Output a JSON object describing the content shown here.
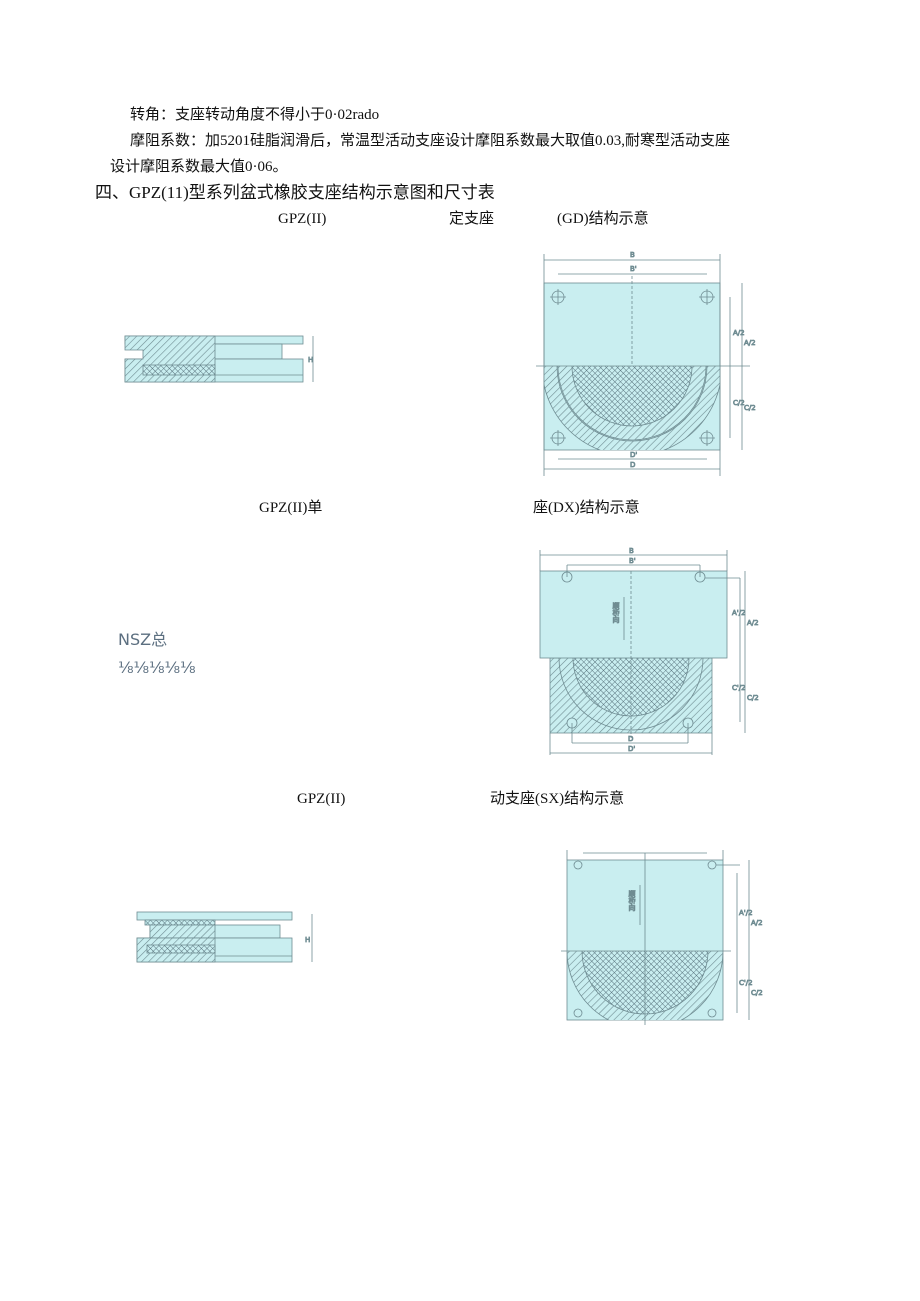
{
  "paragraphs": {
    "rotation": "转角：支座转动角度不得小于0·02rado",
    "friction_1": "摩阻系数：加5201硅脂润滑后，常温型活动支座设计摩阻系数最大取值0.03,耐寒型活动支座",
    "friction_2": "设计摩阻系数最大值0·06。"
  },
  "section_heading": "四、GPZ(11)型系列盆式橡胶支座结构示意图和尺寸表",
  "figures": [
    {
      "caption_parts": [
        "GPZ(II)",
        "定支座",
        "(GD)结构示意"
      ],
      "side_labels": {
        "height": "H"
      },
      "plan_labels": {
        "B": "B",
        "B_prime": "B'",
        "A_half_inner": "A/2",
        "A_half": "A/2",
        "C_half_inner": "C/2",
        "C_half": "C/2",
        "D_prime": "D'",
        "D": "D"
      }
    },
    {
      "caption_parts": [
        "GPZ(II)单",
        "座(DX)结构示意"
      ],
      "plan_labels": {
        "B": "B",
        "B_prime": "B'",
        "A_prime_half": "A'/2",
        "A_half": "A/2",
        "C_prime_half": "C'/2",
        "C_half": "C/2",
        "D": "D",
        "D_prime": "D'",
        "direction": "顺桥向"
      }
    },
    {
      "caption_parts": [
        "GPZ(II)",
        "动支座(SX)结构示意"
      ],
      "side_labels": {
        "height": "H"
      },
      "plan_labels": {
        "A_prime_half": "A'/2",
        "A_half": "A/2",
        "C_prime_half": "C'/2",
        "C_half": "C/2",
        "direction": "顺桥向"
      }
    }
  ],
  "stray_text": {
    "nsz": "NSZ总",
    "fractions": "⅛⅛⅛⅛⅛"
  },
  "colors": {
    "fill": "#c9eef0",
    "line": "#6f8c92"
  }
}
